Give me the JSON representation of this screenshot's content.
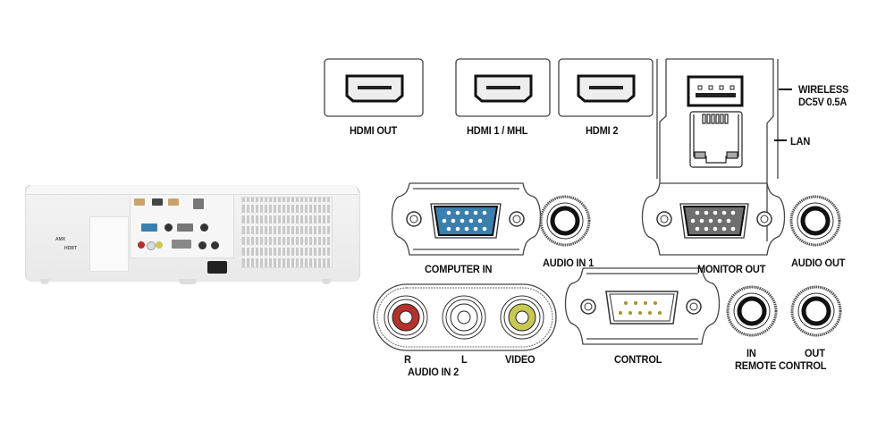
{
  "figure": {
    "subject": "Projector rear panel connector diagram",
    "connectors": {
      "hdmi_out": "HDMI OUT",
      "hdmi_1_mhl": "HDMI 1 / MHL",
      "hdmi_2": "HDMI 2",
      "wireless_line1": "WIRELESS",
      "wireless_line2": "DC5V 0.5A",
      "lan": "LAN",
      "computer_in": "COMPUTER IN",
      "audio_in_1": "AUDIO IN 1",
      "monitor_out": "MONITOR OUT",
      "audio_out": "AUDIO OUT",
      "audio_in_2_r": "R",
      "audio_in_2_l": "L",
      "audio_in_2": "AUDIO IN 2",
      "video": "VIDEO",
      "control": "CONTROL",
      "remote_in": "IN",
      "remote_out": "OUT",
      "remote_control": "REMOTE CONTROL"
    },
    "colors": {
      "computer_in_body": "#3a7fae",
      "monitor_out_body": "#6f6f6f",
      "rca_red": "#b5312b",
      "rca_white": "#ffffff",
      "rca_yellow": "#c9c855",
      "line": "#333333"
    },
    "photo_logos": [
      "AMX",
      "HDBT"
    ]
  }
}
